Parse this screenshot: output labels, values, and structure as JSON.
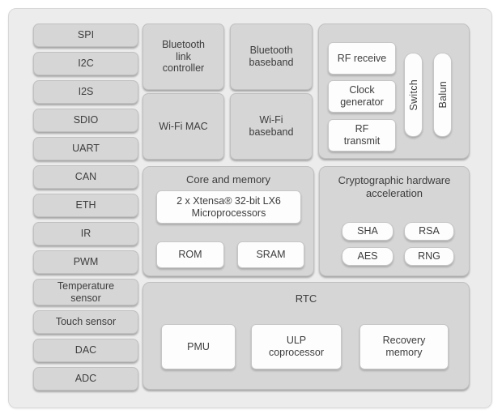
{
  "colors": {
    "page_bg": "#ffffff",
    "container_bg": "#ececec",
    "gray_block": "#d6d6d6",
    "white_block": "#fdfdfd",
    "text": "#3d3d3d"
  },
  "peripherals": [
    "SPI",
    "I2C",
    "I2S",
    "SDIO",
    "UART",
    "CAN",
    "ETH",
    "IR",
    "PWM",
    "Temperature\nsensor",
    "Touch sensor",
    "DAC",
    "ADC"
  ],
  "wireless": [
    "Bluetooth\nlink\ncontroller",
    "Bluetooth\nbaseband",
    "Wi-Fi MAC",
    "Wi-Fi\nbaseband"
  ],
  "rf": {
    "blocks": [
      "RF receive",
      "Clock\ngenerator",
      "RF\ntransmit"
    ],
    "vertical": [
      "Switch",
      "Balun"
    ]
  },
  "core": {
    "title": "Core and memory",
    "cpu": "2 x Xtensa® 32-bit LX6\nMicroprocessors",
    "blocks": [
      "ROM",
      "SRAM"
    ]
  },
  "crypto": {
    "title": "Cryptographic hardware\nacceleration",
    "blocks": [
      "SHA",
      "RSA",
      "AES",
      "RNG"
    ]
  },
  "rtc": {
    "title": "RTC",
    "blocks": [
      "PMU",
      "ULP\ncoprocessor",
      "Recovery\nmemory"
    ]
  }
}
